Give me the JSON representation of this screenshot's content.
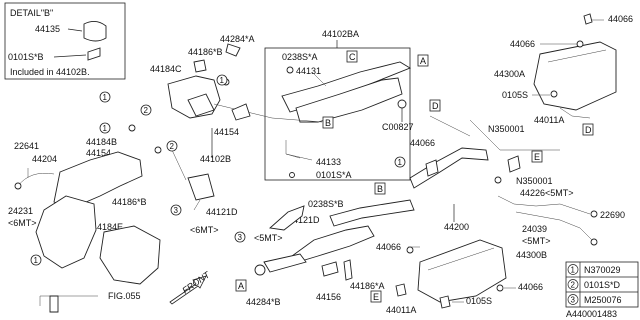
{
  "detail": {
    "title": "DETAIL\"B\"",
    "part1": "44135",
    "part2": "0101S*B",
    "note": "Included in 44102B."
  },
  "labels": {
    "p44102BA": "44102BA",
    "p0238S_A": "0238S*A",
    "p44131": "44131",
    "p44284_A": "44284*A",
    "p44186_B_top": "44186*B",
    "p44184C": "44184C",
    "p44154_top": "44154",
    "p44102B": "44102B",
    "p44184B": "44184B",
    "p44154_left": "44154",
    "p44204": "44204",
    "p22641": "22641",
    "p24231": "24231",
    "p6MT_left": "<6MT>",
    "p44186_B_left": "44186*B",
    "p44184E": "44184E",
    "pFIG055": "FIG.055",
    "p44121D_a": "44121D",
    "p6MT_mid": "<6MT>",
    "p44121D_b": "44121D",
    "p5MT_mid": "<5MT>",
    "p0238S_B": "0238S*B",
    "p44133": "44133",
    "p0101S_A": "0101S*A",
    "pC00827": "C00827",
    "p44066_top1": "44066",
    "p44066_top2": "44066",
    "p44300A": "44300A",
    "p0105S_top": "0105S",
    "p44011A_top": "44011A",
    "pN350001_top": "N350001",
    "p44066_mid": "44066",
    "pN350001_mid": "N350001",
    "p22690": "22690",
    "p44226": "44226<5MT>",
    "p24039": "24039",
    "p5MT_right": "<5MT>",
    "p44200": "44200",
    "p44066_low": "44066",
    "p44300B": "44300B",
    "p44066_low2": "44066",
    "p44011A_low": "44011A",
    "p0105S_low": "0105S",
    "p44186_A": "44186*A",
    "p44156": "44156",
    "p44284_B": "44284*B",
    "FRONT": "FRONT",
    "code": "A440001483"
  },
  "tags": {
    "A": "A",
    "B": "B",
    "C": "C",
    "D": "D",
    "E": "E"
  },
  "callouts": {
    "c1": "1",
    "c2": "2",
    "c3": "3"
  },
  "legend": [
    {
      "num": "1",
      "part": "N370029"
    },
    {
      "num": "2",
      "part": "0101S*D"
    },
    {
      "num": "3",
      "part": "M250076"
    }
  ]
}
